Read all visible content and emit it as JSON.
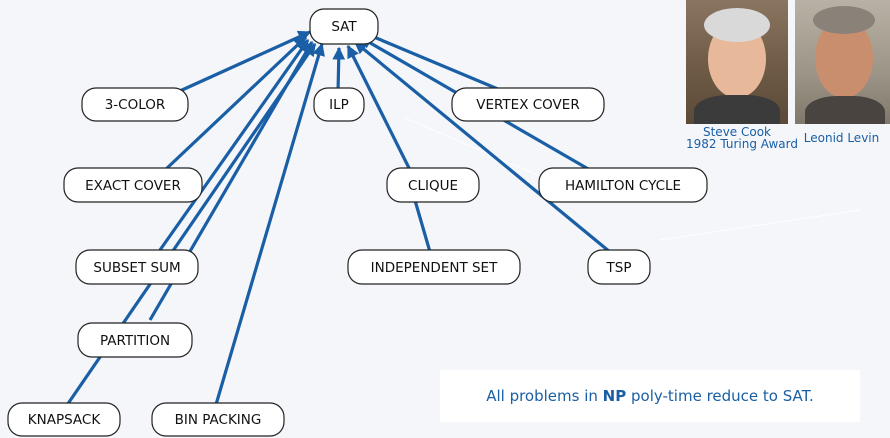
{
  "nodes": {
    "sat": "SAT",
    "three_color": "3-COLOR",
    "ilp": "ILP",
    "vertex_cover": "VERTEX COVER",
    "exact_cover": "EXACT COVER",
    "clique": "CLIQUE",
    "hamilton_cycle": "HAMILTON CYCLE",
    "subset_sum": "SUBSET SUM",
    "independent_set": "INDEPENDENT SET",
    "tsp": "TSP",
    "partition": "PARTITION",
    "knapsack": "KNAPSACK",
    "bin_packing": "BIN PACKING"
  },
  "people": {
    "cook_name": "Steve Cook",
    "cook_award": "1982 Turing Award",
    "levin_name": "Leonid Levin"
  },
  "note": {
    "prefix": "All problems in ",
    "emphasis": "NP",
    "suffix": " poly-time reduce to SAT."
  },
  "colors": {
    "edge": "#1a5fa5",
    "caption": "#1a5fa5",
    "background": "#f4f6fa"
  }
}
